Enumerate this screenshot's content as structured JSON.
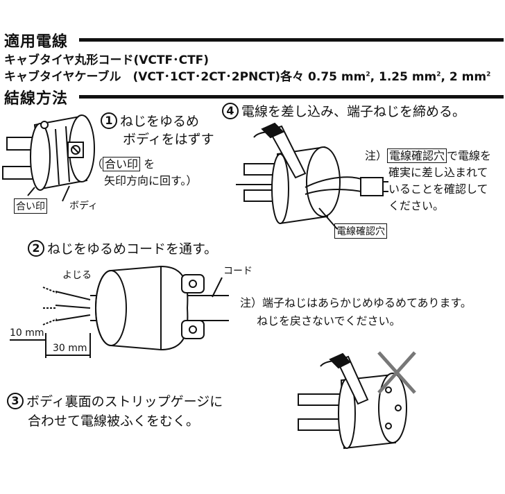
{
  "section1": {
    "heading": "適用電線"
  },
  "cords": {
    "line1": "キャブタイヤ丸形コード(VCTF･CTF)",
    "line2_prefix": "キャブタイヤケーブル　(VCT･1CT･2CT･2PNCT)各々 0.75 mm",
    "line2_mid1": ", 1.25 mm",
    "line2_mid2": ", 2 mm",
    "sup": "2"
  },
  "section2": {
    "heading": "結線方法"
  },
  "step1": {
    "num": "1",
    "line1": "ねじをゆるめ",
    "line2": "ボディをはずす",
    "paren_open": "（",
    "mark_label": "合い印",
    "paren_text1": " を",
    "paren_text2": "矢印方向に回す。）",
    "label_mark": "合い印",
    "label_body": "ボディ"
  },
  "step2": {
    "num": "2",
    "text": "ねじをゆるめコードを通す。",
    "label_twist": "よじる",
    "label_cord": "コード",
    "dim_10": "10 mm",
    "dim_30": "30 mm",
    "note_line1": "注）端子ねじはあらかじめゆるめてあります。",
    "note_line2": "ねじを戻さないでください。"
  },
  "step3": {
    "num": "3",
    "line1": "ボディ裏面のストリップゲージに",
    "line2": "合わせて電線被ふくをむく。"
  },
  "step4": {
    "num": "4",
    "text": "電線を差し込み、端子ねじを締める。",
    "note_prefix": "注）",
    "note_hole": "電線確認穴",
    "note_line1_rest": "で電線を",
    "note_line2": "確実に差し込まれて",
    "note_line3": "いることを確認して",
    "note_line4": "ください。",
    "label_hole": "電線確認穴"
  }
}
